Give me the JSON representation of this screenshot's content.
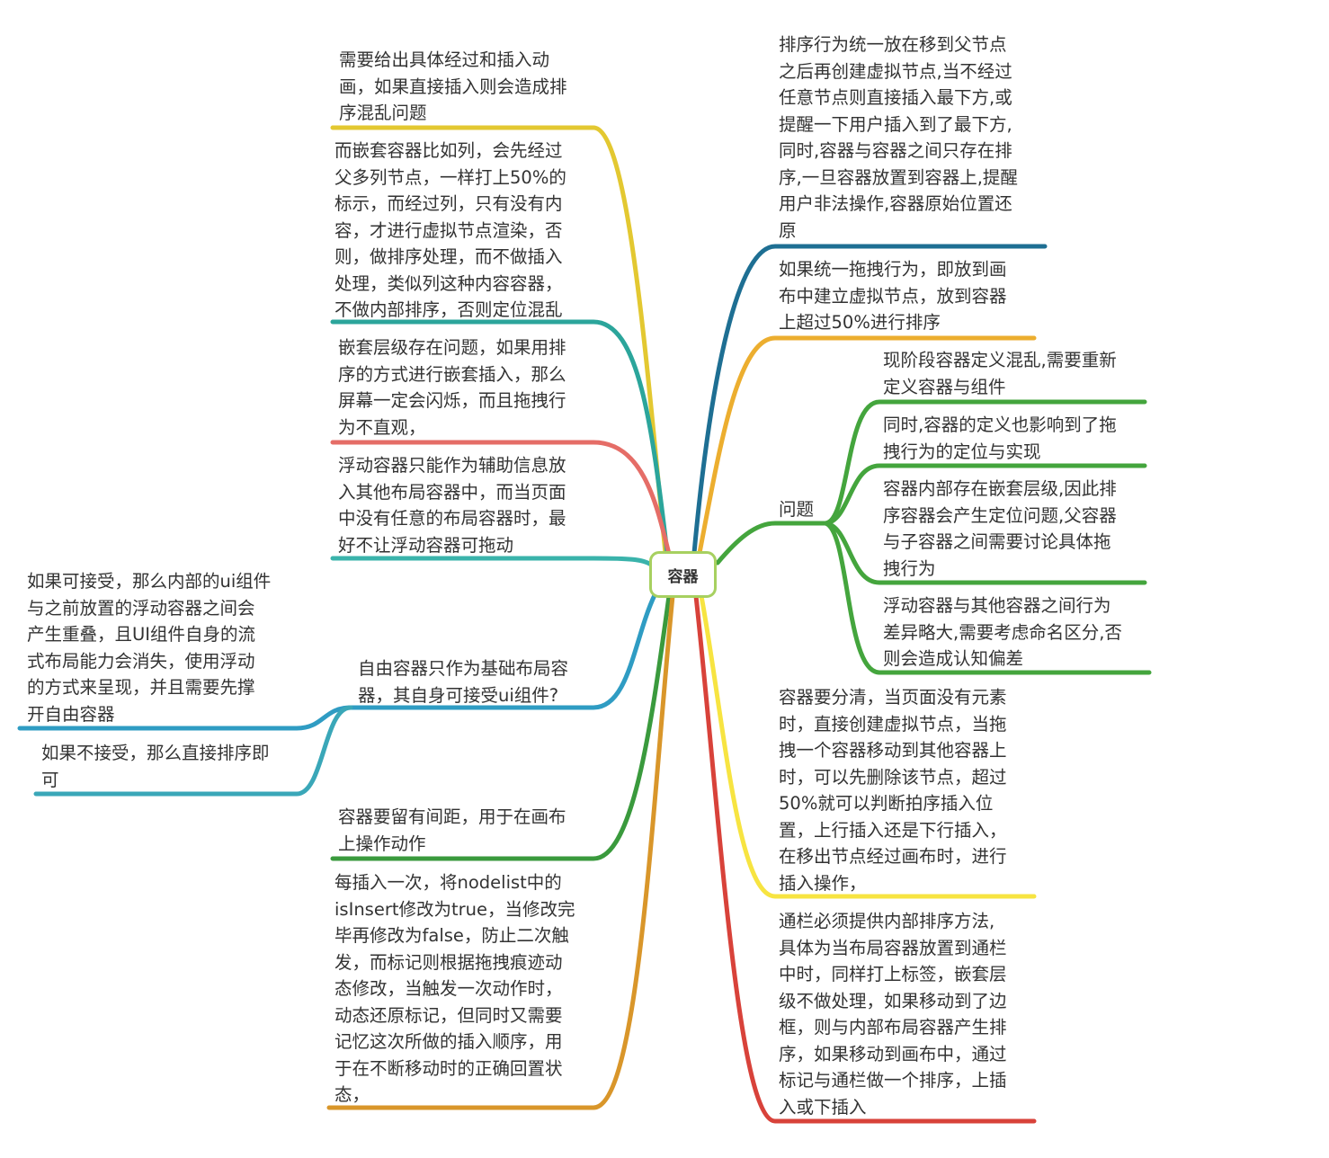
{
  "root": {
    "label": "容器",
    "border_color": "#a7d060"
  },
  "nodes": [
    {
      "id": "l-animation",
      "side": "left",
      "color": "#e3c831",
      "lines": [
        "需要给出具体经过和插入动",
        "画，如果直接插入则会造成排",
        "序混乱问题"
      ]
    },
    {
      "id": "l-nested-column",
      "side": "left",
      "color": "#2ba59b",
      "lines": [
        "而嵌套容器比如列，会先经过",
        "父多列节点，一样打上50%的",
        "标示，而经过列，只有没有内",
        "容，才进行虚拟节点渲染，否",
        "则，做排序处理，而不做插入",
        "处理，类似列这种内容容器，",
        "不做内部排序，否则定位混乱"
      ]
    },
    {
      "id": "l-nest-flicker",
      "side": "left",
      "color": "#e56d67",
      "lines": [
        "嵌套层级存在问题，如果用排",
        "序的方式进行嵌套插入，那么",
        "屏幕一定会闪烁，而且拖拽行",
        "为不直观，"
      ]
    },
    {
      "id": "l-float",
      "side": "left",
      "color": "#3ab3ab",
      "lines": [
        "浮动容器只能作为辅助信息放",
        "入其他布局容器中，而当页面",
        "中没有任意的布局容器时，最",
        "好不让浮动容器可拖动"
      ]
    },
    {
      "id": "l-free",
      "side": "left",
      "color": "#2f9cc3",
      "lines": [
        "自由容器只作为基础布局容",
        "器，其自身可接受ui组件?"
      ]
    },
    {
      "id": "l-free-accept",
      "side": "left",
      "color": "#2f9cc3",
      "lines": [
        "如果可接受，那么内部的ui组件",
        "与之前放置的浮动容器之间会",
        "产生重叠，且UI组件自身的流",
        "式布局能力会消失，使用浮动",
        "的方式来呈现，并且需要先撑",
        "开自由容器"
      ]
    },
    {
      "id": "l-free-reject",
      "side": "left",
      "color": "#3aa7b8",
      "lines": [
        "如果不接受，那么直接排序即",
        "可"
      ]
    },
    {
      "id": "l-spacing",
      "side": "left",
      "color": "#3a9a3d",
      "lines": [
        "容器要留有间距，用于在画布",
        "上操作动作"
      ]
    },
    {
      "id": "l-insert-flag",
      "side": "left",
      "color": "#d9962a",
      "lines": [
        "每插入一次，将nodelist中的",
        "isInsert修改为true，当修改完",
        "毕再修改为false，防止二次触",
        "发，而标记则根据拖拽痕迹动",
        "态修改，当触发一次动作时，",
        "动态还原标记，但同时又需要",
        "记忆这次所做的插入顺序，用",
        "于在不断移动时的正确回置状",
        "态，"
      ]
    },
    {
      "id": "r-sort",
      "side": "right",
      "color": "#1e6f93",
      "lines": [
        "排序行为统一放在移到父节点",
        "之后再创建虚拟节点,当不经过",
        "任意节点则直接插入最下方,或",
        "提醒一下用户插入到了最下方,",
        "同时,容器与容器之间只存在排",
        "序,一旦容器放置到容器上,提醒",
        "用户非法操作,容器原始位置还",
        "原"
      ]
    },
    {
      "id": "r-drag",
      "side": "right",
      "color": "#ecae2f",
      "lines": [
        "如果统一拖拽行为，即放到画",
        "布中建立虚拟节点，放到容器",
        "上超过50%进行排序"
      ]
    },
    {
      "id": "r-problem",
      "side": "right",
      "color": "#44a53d",
      "lines": [
        "问题"
      ]
    },
    {
      "id": "r-p1",
      "side": "right",
      "color": "#44a53d",
      "lines": [
        "现阶段容器定义混乱,需要重新",
        "定义容器与组件"
      ]
    },
    {
      "id": "r-p2",
      "side": "right",
      "color": "#44a53d",
      "lines": [
        "同时,容器的定义也影响到了拖",
        "拽行为的定位与实现"
      ]
    },
    {
      "id": "r-p3",
      "side": "right",
      "color": "#44a53d",
      "lines": [
        "容器内部存在嵌套层级,因此排",
        "序容器会产生定位问题,父容器",
        "与子容器之间需要讨论具体拖",
        "拽行为"
      ]
    },
    {
      "id": "r-p4",
      "side": "right",
      "color": "#44a53d",
      "lines": [
        "浮动容器与其他容器之间行为",
        "差异略大,需要考虑命名区分,否",
        "则会造成认知偏差"
      ]
    },
    {
      "id": "r-clear",
      "side": "right",
      "color": "#f7e441",
      "lines": [
        "容器要分清，当页面没有元素",
        "时，直接创建虚拟节点，当拖",
        "拽一个容器移动到其他容器上",
        "时，可以先删除该节点，超过",
        "50%就可以判断拍序插入位",
        "置，上行插入还是下行插入，",
        "在移出节点经过画布时，进行",
        "插入操作，"
      ]
    },
    {
      "id": "r-toolbar",
      "side": "right",
      "color": "#d8423a",
      "lines": [
        "通栏必须提供内部排序方法,",
        "具体为当布局容器放置到通栏",
        "中时，同样打上标签，嵌套层",
        "级不做处理，如果移动到了边",
        "框，则与内部布局容器产生排",
        "序，如果移动到画布中，通过",
        "标记与通栏做一个排序，上插",
        "入或下插入"
      ]
    }
  ]
}
